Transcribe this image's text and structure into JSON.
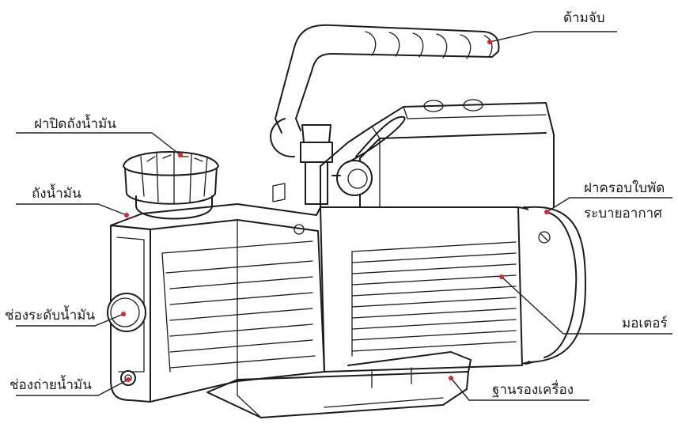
{
  "labels": {
    "handle": "ด้ามจับ",
    "tank_cap": "ฝาปิดถังน้ำมัน",
    "oil_tank": "ถังน้ำมัน",
    "fan_cover_line1": "ฝาครอบใบพัด",
    "fan_cover_line2": "ระบายอากาศ",
    "oil_sight_glass": "ช่องระดับน้ำมัน",
    "motor": "มอเตอร์",
    "oil_drain": "ช่องถ่ายน้ำมัน",
    "base": "ฐานรองเครื่อง"
  },
  "colors": {
    "marker": "#e0242f",
    "line": "#1c1c1c",
    "background": "#ffffff"
  }
}
